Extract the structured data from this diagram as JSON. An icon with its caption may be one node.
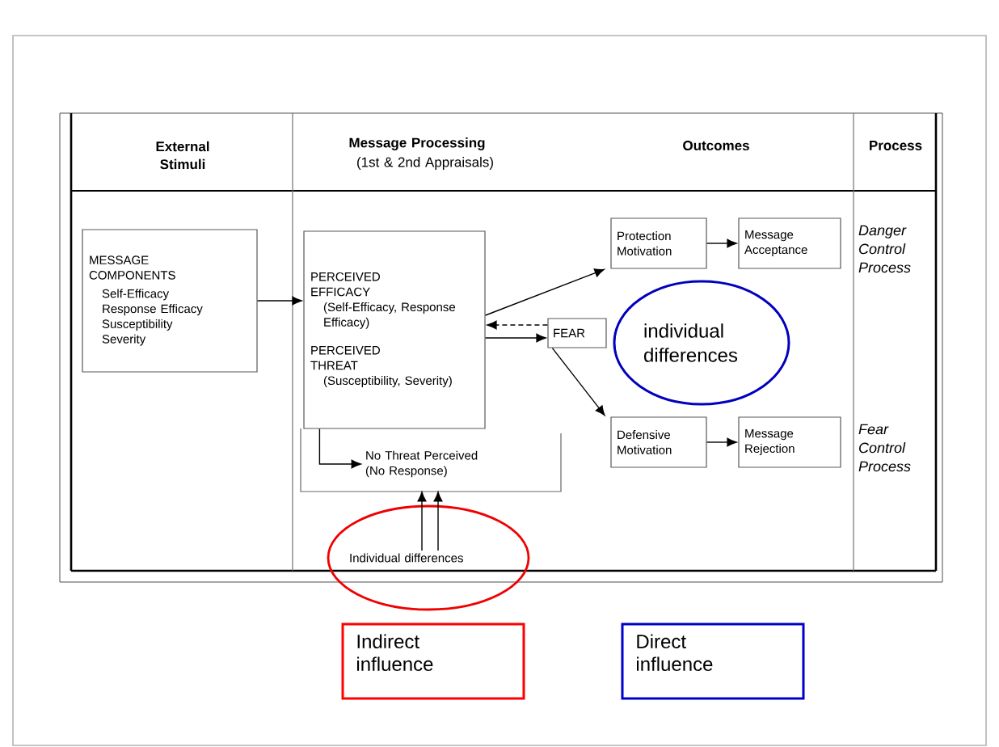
{
  "diagram": {
    "nodes": [
      {
        "text": [
          "MESSAGE COMPONENTS",
          "Self-Efficacy",
          "Response Efficacy",
          "Susceptibility",
          "Severity"
        ]
      },
      {
        "text": [
          "PERCEIVED EFFICACY",
          "(Self-Efficacy, Response Efficacy)",
          "PERCEIVED THREAT",
          "(Susceptibility, Severity)"
        ]
      },
      {
        "text": [
          "FEAR"
        ]
      },
      {
        "text": [
          "Protection Motivation"
        ]
      },
      {
        "text": [
          "Message Acceptance"
        ]
      },
      {
        "text": [
          "Defensive Motivation"
        ]
      },
      {
        "text": [
          "Message Rejection"
        ]
      },
      {
        "text": [
          "No Threat Perceived (No Response)"
        ]
      },
      {
        "text": [],
        "shape": "ellipse"
      },
      {
        "text": [
          "Individual differences"
        ],
        "in": 8
      },
      {
        "text": [
          "individual differences"
        ]
      }
    ],
    "edges": [
      {
        "from": 0,
        "to": 1,
        "arrow": "to"
      },
      {
        "from": 1,
        "to": 3,
        "arrow": "to"
      },
      {
        "from": 1,
        "to": 2,
        "arrow": "to"
      },
      {
        "from": 2,
        "to": 1,
        "arrow": "to",
        "style": "dashed"
      },
      {
        "from": 2,
        "to": 5,
        "arrow": "to"
      },
      {
        "from": 3,
        "to": 4,
        "arrow": "to"
      },
      {
        "from": 5,
        "to": 6,
        "arrow": "to"
      },
      {
        "from": 1,
        "to": 7,
        "arrow": "to"
      },
      {
        "from": 9,
        "to": 7,
        "arrow": "to"
      },
      {
        "from": 9,
        "to": 7,
        "arrow": "to"
      }
    ],
    "labels": [
      "External Stimuli",
      "Message Processing",
      "(1st & 2nd Appraisals)",
      "Outcomes",
      "Process",
      "Danger Control Process",
      "Fear Control Process"
    ],
    "legend": [
      {
        "text": "Indirect influence",
        "color": "#ff0000"
      },
      {
        "text": "Direct influence",
        "color": "#0000cc"
      }
    ]
  }
}
